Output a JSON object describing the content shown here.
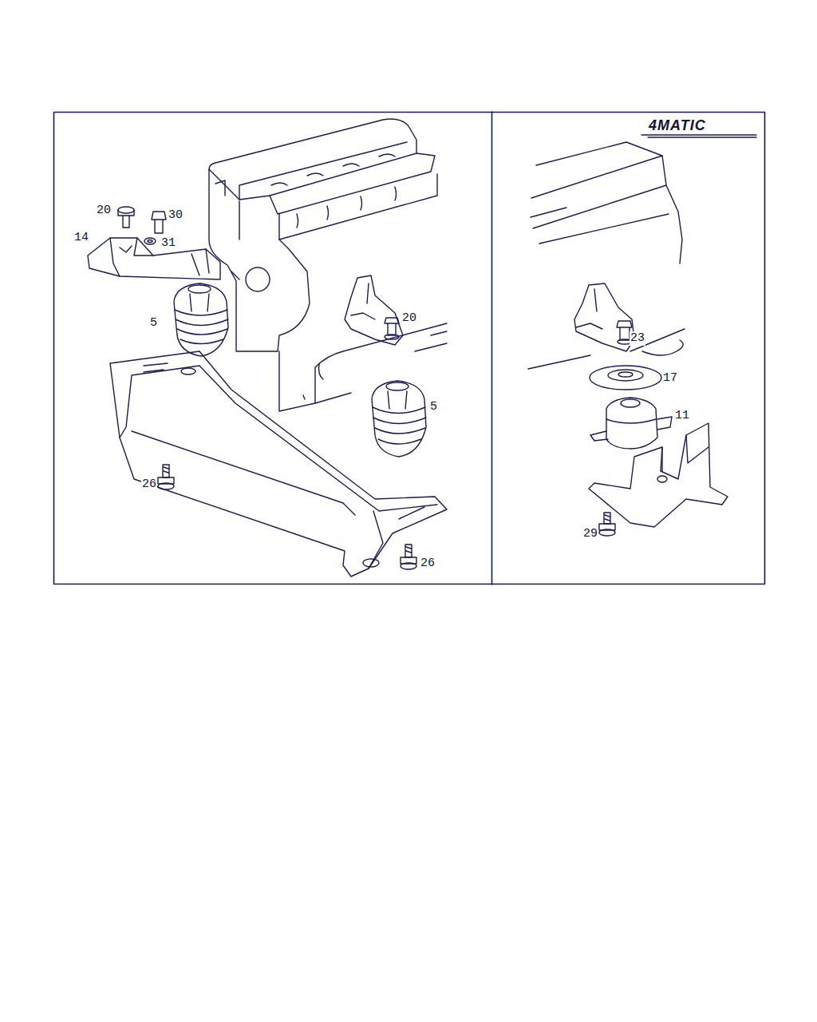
{
  "diagram": {
    "labels": [
      "4MATIC",
      "20",
      "30",
      "14",
      "31",
      "5",
      "20",
      "23",
      "17",
      "5",
      "11",
      "26",
      "29",
      "26"
    ]
  }
}
